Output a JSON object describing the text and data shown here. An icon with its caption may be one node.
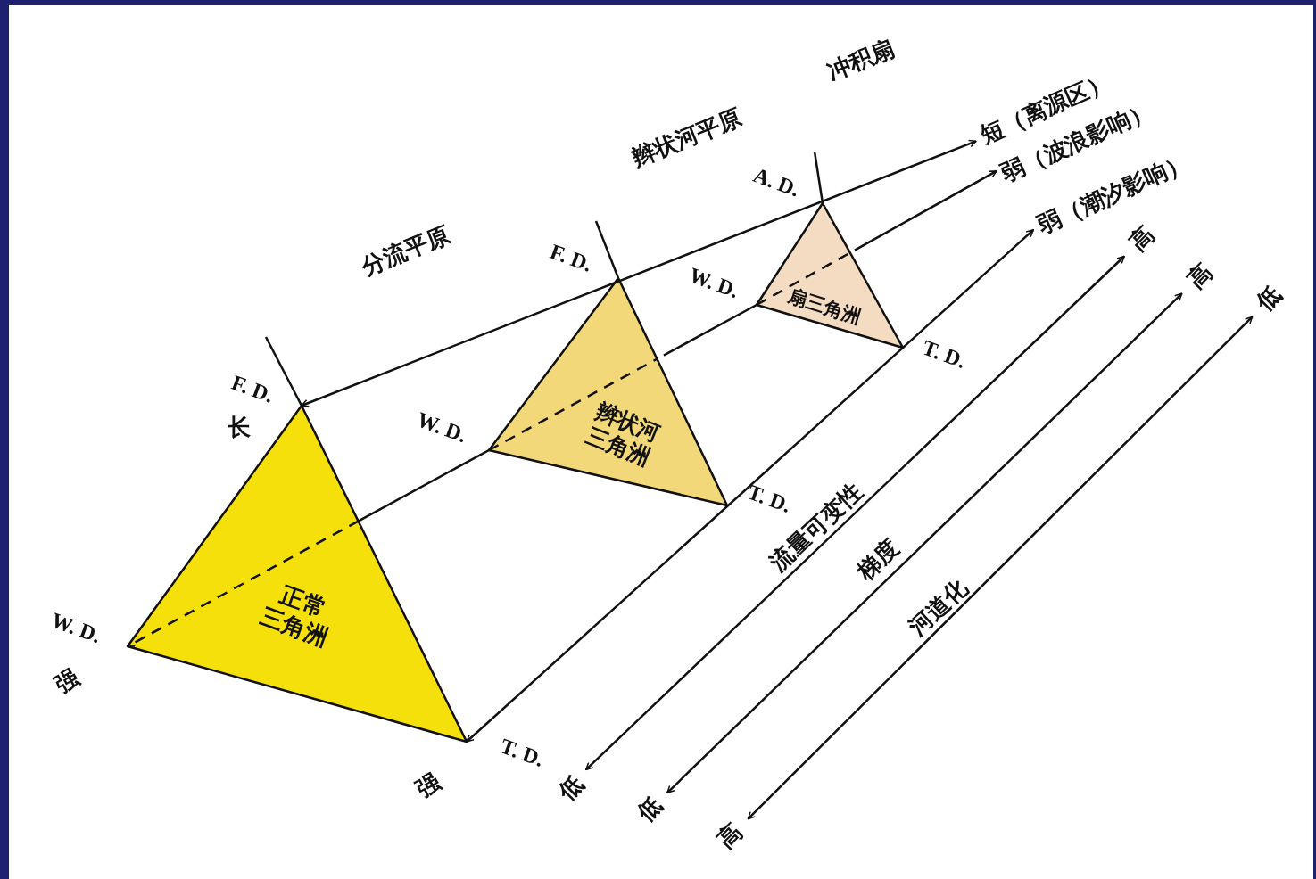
{
  "diagram": {
    "nodes": [
      {
        "text": [
          "正常三角洲"
        ],
        "beside": [
          "长",
          "强",
          "强"
        ]
      },
      {
        "text": [
          "辫状河三角洲"
        ]
      },
      {
        "text": [
          "扇三角洲"
        ]
      },
      {
        "text": [
          "短（离源区）"
        ]
      },
      {
        "text": [
          "弱（波浪影响）"
        ]
      },
      {
        "text": [
          "弱（潮汐影响）"
        ]
      },
      {
        "text": [
          "低"
        ]
      },
      {
        "text": [
          "高"
        ]
      },
      {
        "text": [
          "低"
        ]
      },
      {
        "text": [
          "高"
        ]
      },
      {
        "text": [
          "高"
        ]
      },
      {
        "text": [
          "低"
        ]
      }
    ],
    "edges": [
      {
        "from": 0,
        "to": 3,
        "arrow": "both"
      },
      {
        "from": 1,
        "to": 0,
        "arrow": "to",
        "style": "dashed"
      },
      {
        "from": 1,
        "to": 2,
        "arrow": "none",
        "style": "dashed"
      },
      {
        "from": 2,
        "to": 4,
        "arrow": "to",
        "style": "dashed"
      },
      {
        "from": 0,
        "to": 5,
        "arrow": "both"
      },
      {
        "from": 6,
        "to": 7,
        "arrow": "both",
        "label": "流量可变性"
      },
      {
        "from": 8,
        "to": 9,
        "arrow": "both",
        "label": "梯度"
      },
      {
        "from": 10,
        "to": 11,
        "arrow": "both",
        "label": "河道化"
      },
      {
        "from": 0,
        "to": null,
        "arrow": "none"
      },
      {
        "from": 1,
        "to": null,
        "arrow": "none"
      },
      {
        "from": 2,
        "to": null,
        "arrow": "none"
      }
    ],
    "labels": [
      "冲积扇",
      "辫状河平原",
      "A. D.",
      "分流平原",
      "F. D.",
      "W. D.",
      "T. D.",
      "F. D.",
      "W. D.",
      "T. D.",
      "W. D.",
      "T. D."
    ]
  }
}
